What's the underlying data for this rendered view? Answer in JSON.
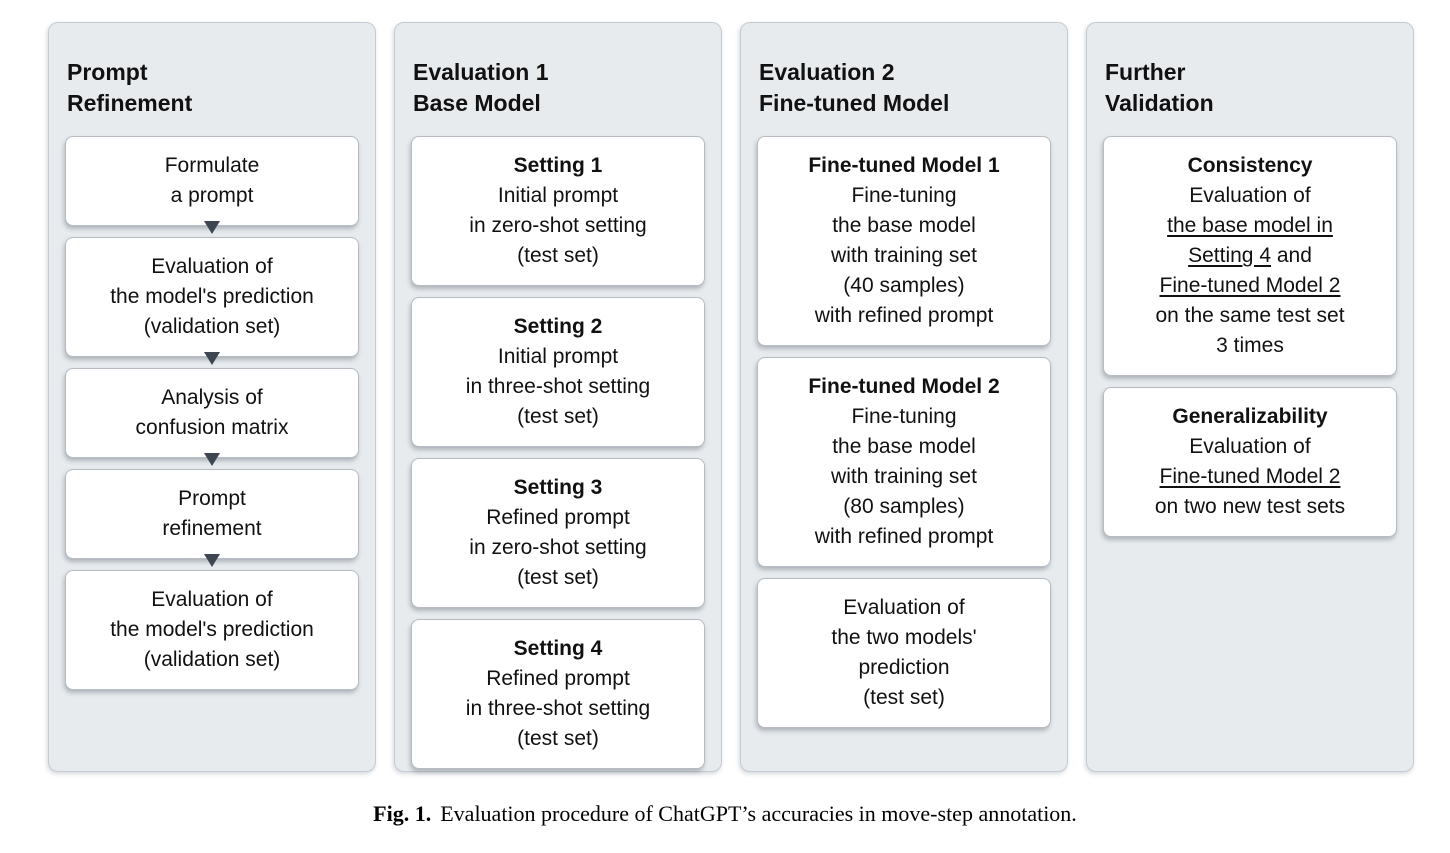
{
  "caption": {
    "label": "Fig. 1.",
    "text": "Evaluation procedure of ChatGPT’s accuracies in move-step annotation."
  },
  "colors": {
    "panel_bg": "#e7ebee",
    "panel_border": "#c5cbd4",
    "box_bg": "#ffffff",
    "box_border": "#b6bcc2",
    "arrow": "#3e4751",
    "text": "#111111"
  },
  "panels": [
    {
      "title": "Prompt\nRefinement",
      "arrows": true,
      "boxes": [
        {
          "lines": [
            "Formulate",
            "a prompt"
          ]
        },
        {
          "lines": [
            "Evaluation of",
            "the model's prediction",
            "(validation set)"
          ]
        },
        {
          "lines": [
            "Analysis of",
            "confusion matrix"
          ]
        },
        {
          "lines": [
            "Prompt",
            "refinement"
          ]
        },
        {
          "lines": [
            "Evaluation of",
            "the model's prediction",
            "(validation set)"
          ]
        }
      ]
    },
    {
      "title": "Evaluation 1\nBase Model",
      "arrows": false,
      "boxes": [
        {
          "lines": [
            [
              {
                "t": "Setting 1",
                "b": true
              }
            ],
            "Initial prompt",
            "in zero-shot setting",
            "(test set)"
          ]
        },
        {
          "lines": [
            [
              {
                "t": "Setting 2",
                "b": true
              }
            ],
            "Initial prompt",
            "in three-shot setting",
            "(test set)"
          ]
        },
        {
          "lines": [
            [
              {
                "t": "Setting 3",
                "b": true
              }
            ],
            "Refined prompt",
            "in zero-shot setting",
            "(test set)"
          ]
        },
        {
          "lines": [
            [
              {
                "t": "Setting 4",
                "b": true
              }
            ],
            "Refined prompt",
            "in three-shot setting",
            "(test set)"
          ]
        }
      ]
    },
    {
      "title": "Evaluation 2\nFine-tuned Model",
      "arrows": false,
      "boxes": [
        {
          "lines": [
            [
              {
                "t": "Fine-tuned Model 1",
                "b": true
              }
            ],
            "Fine-tuning",
            "the base model",
            "with training set",
            "(40 samples)",
            "with refined prompt"
          ]
        },
        {
          "lines": [
            [
              {
                "t": "Fine-tuned Model 2",
                "b": true
              }
            ],
            "Fine-tuning",
            "the base model",
            "with training set",
            "(80 samples)",
            "with refined prompt"
          ]
        },
        {
          "lines": [
            "Evaluation of",
            "the two models'",
            "prediction",
            "(test set)"
          ]
        }
      ]
    },
    {
      "title": "Further\nValidation",
      "arrows": false,
      "boxes": [
        {
          "lines": [
            [
              {
                "t": "Consistency",
                "b": true
              }
            ],
            "Evaluation of",
            [
              {
                "t": "the base model in",
                "u": true
              }
            ],
            [
              {
                "t": "Setting 4",
                "u": true
              },
              {
                "t": " and"
              }
            ],
            [
              {
                "t": "Fine-tuned Model 2",
                "u": true
              }
            ],
            "on the same test set",
            "3 times"
          ]
        },
        {
          "lines": [
            [
              {
                "t": "Generalizability",
                "b": true
              }
            ],
            "Evaluation of",
            [
              {
                "t": "Fine-tuned Model 2",
                "u": true
              }
            ],
            "on two new test sets"
          ]
        }
      ]
    }
  ]
}
